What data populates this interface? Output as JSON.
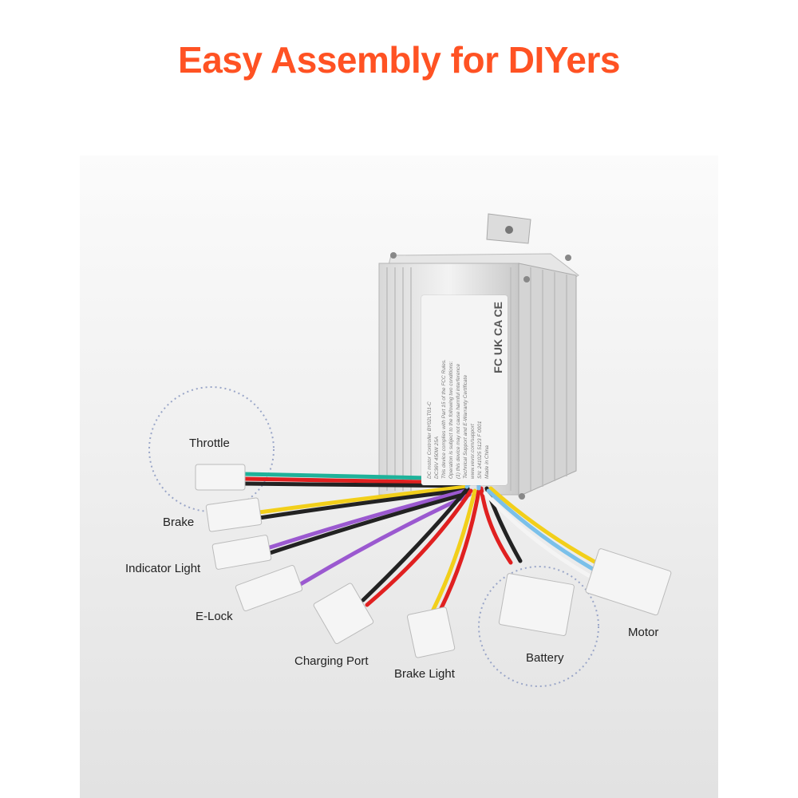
{
  "title": "Easy Assembly for DIYers",
  "colors": {
    "title": "#ff5223",
    "dotted_circle": "#9aa6c8"
  },
  "product_label": {
    "lines": [
      "DC motor Controller   BY02LT01-C",
      "DC36V  450W  25A",
      "This device complies with Part 15 of the FCC Rules.",
      "Operation is subject to the following two conditions:",
      "(1) this device may not cause harmful interference",
      "Technical Support and E-Warranty Certificate",
      "www.vevor.com/support",
      "SN: 241025  5123  F  0001",
      "Made in China"
    ],
    "marks": "FC UK CA CE"
  },
  "connectors": [
    {
      "label": "Throttle"
    },
    {
      "label": "Brake"
    },
    {
      "label": "Indicator Light"
    },
    {
      "label": "E-Lock"
    },
    {
      "label": "Charging Port"
    },
    {
      "label": "Brake Light"
    },
    {
      "label": "Battery"
    },
    {
      "label": "Motor"
    }
  ]
}
